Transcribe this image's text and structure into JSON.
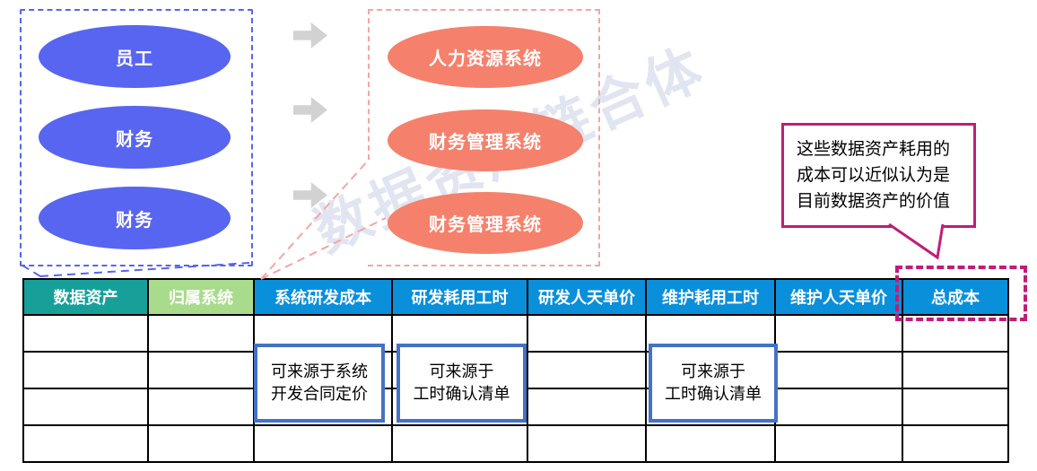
{
  "watermark": "数据资产链合体",
  "flow": {
    "sources": [
      "员工",
      "财务",
      "财务"
    ],
    "systems": [
      "人力资源系统",
      "财务管理系统",
      "财务管理系统"
    ]
  },
  "callout": {
    "line1": "这些数据资产耗用的",
    "line2": "成本可以近似认为是",
    "line3": "目前数据资产的价值"
  },
  "notes": {
    "dev_cost": {
      "line1": "可来源于系统",
      "line2": "开发合同定价"
    },
    "dev_hours": {
      "line1": "可来源于",
      "line2": "工时确认清单"
    },
    "maint_hours": {
      "line1": "可来源于",
      "line2": "工时确认清单"
    }
  },
  "table": {
    "headers": [
      {
        "label": "数据资产",
        "style": "teal"
      },
      {
        "label": "归属系统",
        "style": "green"
      },
      {
        "label": "系统研发成本",
        "style": "blue"
      },
      {
        "label": "研发耗用工时",
        "style": "blue"
      },
      {
        "label": "研发人天单价",
        "style": "blue"
      },
      {
        "label": "维护耗用工时",
        "style": "blue"
      },
      {
        "label": "维护人天单价",
        "style": "blue"
      },
      {
        "label": "总成本",
        "style": "blue"
      }
    ],
    "rows": [
      [
        "",
        "",
        "",
        "",
        "",
        "",
        "",
        ""
      ],
      [
        "",
        "",
        "",
        "",
        "",
        "",
        "",
        ""
      ],
      [
        "",
        "",
        "",
        "",
        "",
        "",
        "",
        ""
      ],
      [
        "",
        "",
        "",
        "",
        "",
        "",
        "",
        ""
      ]
    ]
  },
  "colors": {
    "blue-ellipse": "#5865F0",
    "blue-dash": "#5566EB",
    "salmon": "#F5816C",
    "pink-dash": "#F3A6A1",
    "arrow-gray": "#D2D2D2",
    "teal": "#17A09A",
    "green": "#A8DC8C",
    "hblue": "#0A8FDA",
    "note-border": "#4472C4",
    "magenta": "#C01D78"
  }
}
